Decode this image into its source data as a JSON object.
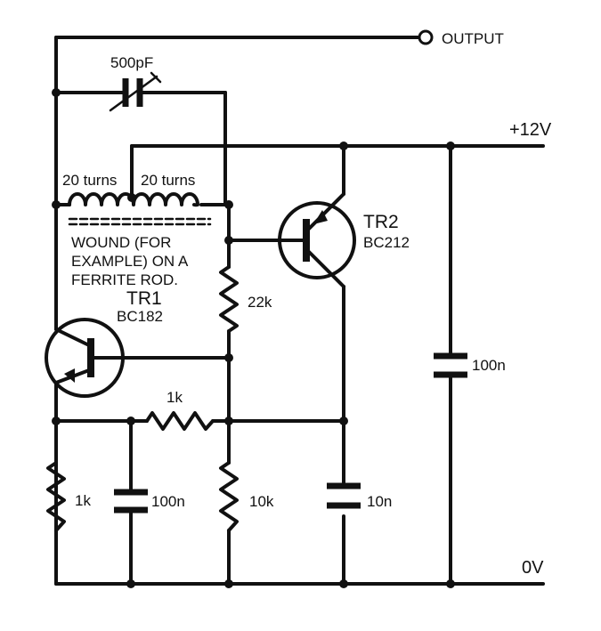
{
  "terminals": {
    "output": "OUTPUT",
    "supply": "+12V",
    "ground": "0V"
  },
  "components": {
    "trimmer_cap": "500pF",
    "coil_left": "20 turns",
    "coil_right": "20 turns",
    "coil_note": [
      "WOUND (FOR",
      "EXAMPLE) ON A",
      "FERRITE ROD."
    ],
    "tr1_name": "TR1",
    "tr1_type": "BC182",
    "tr2_name": "TR2",
    "tr2_type": "BC212",
    "r_22k": "22k",
    "r_1k_top": "1k",
    "r_1k_left": "1k",
    "c_100n_left": "100n",
    "r_10k": "10k",
    "c_10n": "10n",
    "c_100n_right": "100n"
  },
  "colors": {
    "ink": "#111111",
    "paper": "#ffffff"
  }
}
